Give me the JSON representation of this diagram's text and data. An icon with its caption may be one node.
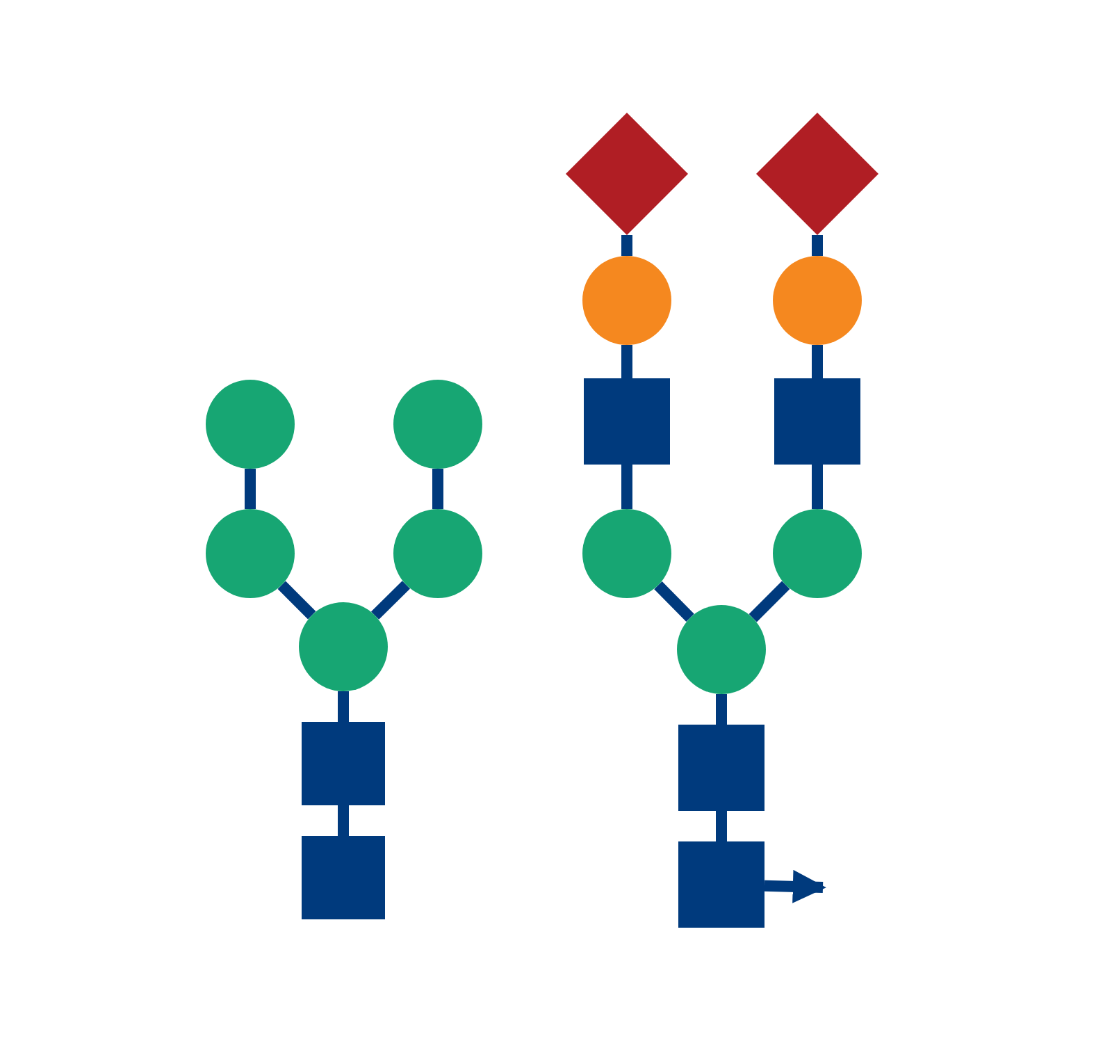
{
  "diagram": {
    "nodes": [
      {
        "text": [],
        "shape": "diamond"
      },
      {
        "text": [],
        "shape": "diamond"
      },
      {
        "text": [],
        "shape": "circle"
      },
      {
        "text": [],
        "shape": "circle"
      },
      {
        "text": [],
        "shape": "circle"
      },
      {
        "text": [],
        "shape": "circle"
      },
      {
        "text": [],
        "shape": "box"
      },
      {
        "text": [],
        "shape": "box"
      },
      {
        "text": [],
        "shape": "circle"
      },
      {
        "text": [],
        "shape": "circle"
      },
      {
        "text": [],
        "shape": "circle"
      },
      {
        "text": [],
        "shape": "circle"
      },
      {
        "text": [],
        "shape": "circle"
      },
      {
        "text": [],
        "shape": "circle"
      },
      {
        "text": [],
        "shape": "box"
      },
      {
        "text": [],
        "shape": "box"
      },
      {
        "text": [],
        "shape": "box"
      },
      {
        "text": [],
        "shape": "box"
      }
    ],
    "edges": [
      {
        "from": 0,
        "to": 2,
        "arrow": "none"
      },
      {
        "from": 1,
        "to": 3,
        "arrow": "none"
      },
      {
        "from": 2,
        "to": 6,
        "arrow": "none"
      },
      {
        "from": 3,
        "to": 7,
        "arrow": "none"
      },
      {
        "from": 6,
        "to": 10,
        "arrow": "none"
      },
      {
        "from": 7,
        "to": 11,
        "arrow": "none"
      },
      {
        "from": 4,
        "to": 8,
        "arrow": "none"
      },
      {
        "from": 5,
        "to": 9,
        "arrow": "none"
      },
      {
        "from": 8,
        "to": 12,
        "arrow": "none"
      },
      {
        "from": 9,
        "to": 12,
        "arrow": "none"
      },
      {
        "from": 10,
        "to": 13,
        "arrow": "none"
      },
      {
        "from": 11,
        "to": 13,
        "arrow": "none"
      },
      {
        "from": 12,
        "to": 14,
        "arrow": "none"
      },
      {
        "from": 14,
        "to": 16,
        "arrow": "none"
      },
      {
        "from": 13,
        "to": 15,
        "arrow": "none"
      },
      {
        "from": 15,
        "to": 17,
        "arrow": "none"
      },
      {
        "from": 17,
        "to": null,
        "arrow": "to"
      }
    ]
  }
}
